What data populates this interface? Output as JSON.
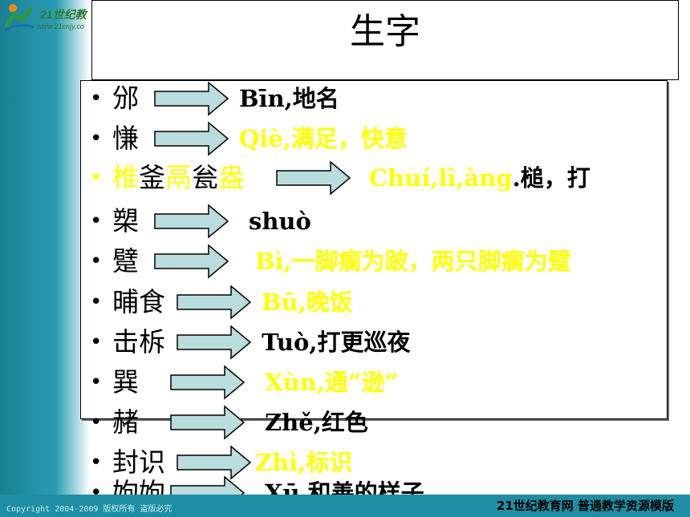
{
  "slide": {
    "logo_text": "21世纪教",
    "logo_url": "www.21cnjy.co",
    "title": "生字"
  },
  "items": [
    {
      "bullet": "•",
      "bullet_color": "#000000",
      "parts": [
        {
          "t": "邠",
          "c": "#000000"
        }
      ],
      "note": [
        {
          "t": "Bīn,地名",
          "c": "#000000"
        }
      ]
    },
    {
      "bullet": "•",
      "bullet_color": "#000000",
      "parts": [
        {
          "t": "慊",
          "c": "#000000"
        }
      ],
      "note": [
        {
          "t": "Qiè,满足，快意",
          "c": "#ffff00"
        }
      ]
    },
    {
      "bullet": "•",
      "bullet_color": "#ffff00",
      "parts": [
        {
          "t": "椎",
          "c": "#ffff00"
        },
        {
          "t": "釜",
          "c": "#000000"
        },
        {
          "t": "鬲",
          "c": "#ffff00"
        },
        {
          "t": "瓮",
          "c": "#000000"
        },
        {
          "t": "盎",
          "c": "#ffff00"
        }
      ],
      "note": [
        {
          "t": "Chuí,lì,àng",
          "c": "#ffff00"
        },
        {
          "t": ".槌，打",
          "c": "#000000"
        }
      ]
    },
    {
      "bullet": "•",
      "bullet_color": "#000000",
      "parts": [
        {
          "t": "槊",
          "c": "#000000"
        }
      ],
      "note": [
        {
          "t": "shuò",
          "c": "#000000"
        }
      ]
    },
    {
      "bullet": "•",
      "bullet_color": "#000000",
      "parts": [
        {
          "t": "躄",
          "c": "#000000"
        }
      ],
      "note": [
        {
          "t": "Bì,一脚瘸为跛，两只脚瘸为躄",
          "c": "#ffff00"
        }
      ]
    },
    {
      "bullet": "•",
      "bullet_color": "#000000",
      "parts": [
        {
          "t": "晡食",
          "c": "#000000"
        }
      ],
      "note": [
        {
          "t": "Bū,晚饭",
          "c": "#ffff00"
        }
      ]
    },
    {
      "bullet": "•",
      "bullet_color": "#000000",
      "parts": [
        {
          "t": "击柝",
          "c": "#000000"
        }
      ],
      "note": [
        {
          "t": "Tuò,打更巡夜",
          "c": "#000000"
        }
      ]
    },
    {
      "bullet": "•",
      "bullet_color": "#000000",
      "parts": [
        {
          "t": "巽",
          "c": "#000000"
        }
      ],
      "note": [
        {
          "t": "Xùn,通“逊”",
          "c": "#ffff00"
        }
      ]
    },
    {
      "bullet": "•",
      "bullet_color": "#000000",
      "parts": [
        {
          "t": "赭",
          "c": "#000000"
        }
      ],
      "note": [
        {
          "t": "Zhě,红色",
          "c": "#000000"
        }
      ]
    },
    {
      "bullet": "•",
      "bullet_color": "#000000",
      "parts": [
        {
          "t": "封识",
          "c": "#000000"
        }
      ],
      "note": [
        {
          "t": "Zhì,标识",
          "c": "#ffff00"
        }
      ]
    },
    {
      "bullet": "•",
      "bullet_color": "#000000",
      "parts": [
        {
          "t": "姁姁",
          "c": "#000000"
        }
      ],
      "note": [
        {
          "t": "Xū,和善的样子",
          "c": "#000000"
        }
      ]
    }
  ],
  "footer": {
    "copyright": "Copyright 2004-2009 版权所有 盗版必究",
    "brand": "21世纪教育网    普通教学资源模版"
  },
  "colors": {
    "accent": "#1f8ea4",
    "highlight": "#ffff00",
    "arrow_fill": "#b9dcdc"
  }
}
